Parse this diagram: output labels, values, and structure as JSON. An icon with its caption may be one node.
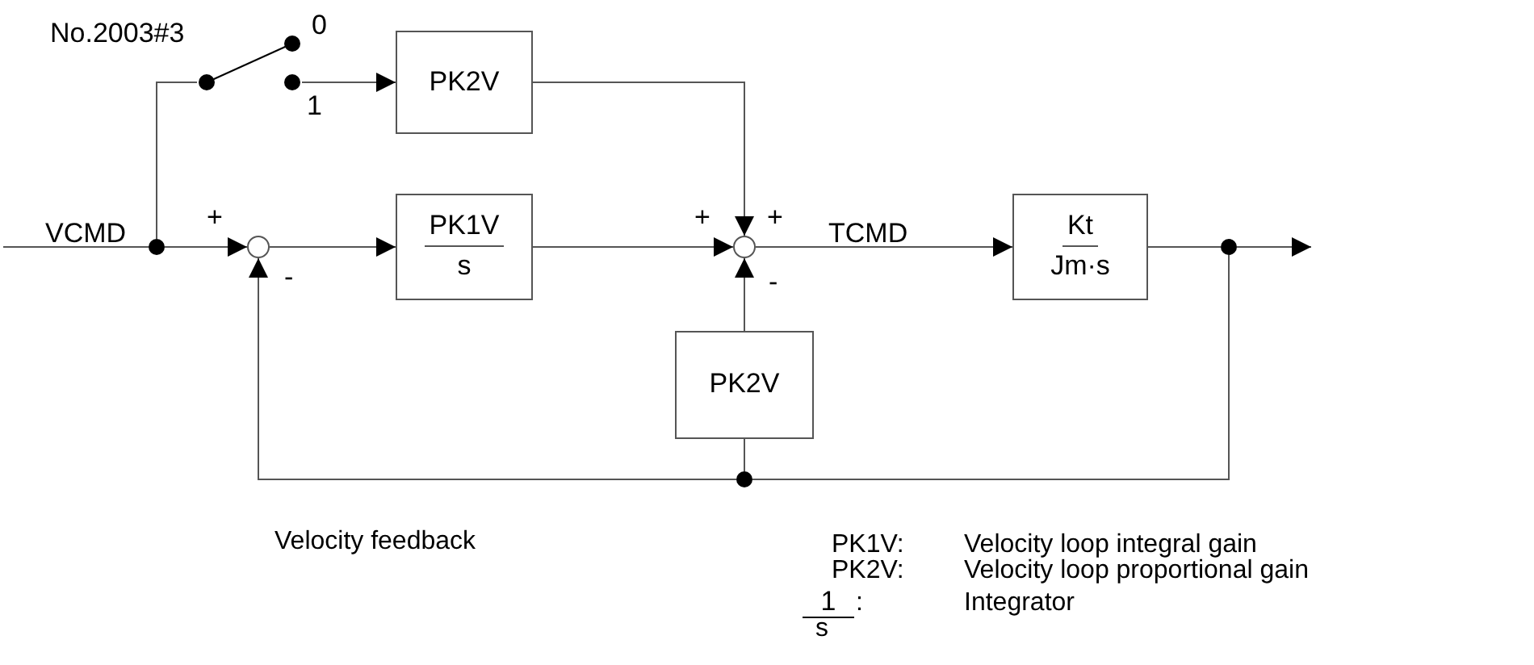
{
  "diagram": {
    "nodes": [
      {
        "text": [],
        "shape": "dot"
      },
      {
        "text": [],
        "shape": "switch",
        "beside": [
          "No.2003#3",
          "0",
          "1"
        ]
      },
      {
        "text": [
          "PK2V"
        ]
      },
      {
        "text": [],
        "shape": "circle",
        "beside": [
          "+",
          "-"
        ]
      },
      {
        "text": [
          "PK1V",
          "s"
        ]
      },
      {
        "text": [],
        "shape": "circle",
        "beside": [
          "+",
          "+",
          "-"
        ]
      },
      {
        "text": [
          "Kt",
          "Jm·s"
        ]
      },
      {
        "text": [],
        "shape": "dot"
      },
      {
        "text": [
          "PK2V"
        ]
      },
      {
        "text": [],
        "shape": "dot"
      }
    ],
    "edges": [
      {
        "from": null,
        "to": 0,
        "arrow": "none",
        "label": "VCMD"
      },
      {
        "from": 0,
        "to": 1,
        "arrow": "none"
      },
      {
        "from": 1,
        "to": 2,
        "arrow": "to"
      },
      {
        "from": 0,
        "to": 3,
        "arrow": "to"
      },
      {
        "from": 3,
        "to": 4,
        "arrow": "to"
      },
      {
        "from": 4,
        "to": 5,
        "arrow": "to"
      },
      {
        "from": 2,
        "to": 5,
        "arrow": "to"
      },
      {
        "from": 5,
        "to": 6,
        "arrow": "to",
        "label": "TCMD"
      },
      {
        "from": 6,
        "to": 7,
        "arrow": "none"
      },
      {
        "from": 7,
        "to": null,
        "arrow": "to"
      },
      {
        "from": 7,
        "to": 9,
        "arrow": "none"
      },
      {
        "from": 9,
        "to": 8,
        "arrow": "none"
      },
      {
        "from": 8,
        "to": 5,
        "arrow": "to"
      },
      {
        "from": 9,
        "to": 3,
        "arrow": "to"
      }
    ],
    "labels": [
      "Velocity feedback",
      "PK1V:",
      "Velocity loop integral gain",
      "PK2V:",
      "Velocity loop proportional gain",
      "1",
      "s",
      ":",
      "Integrator"
    ]
  }
}
